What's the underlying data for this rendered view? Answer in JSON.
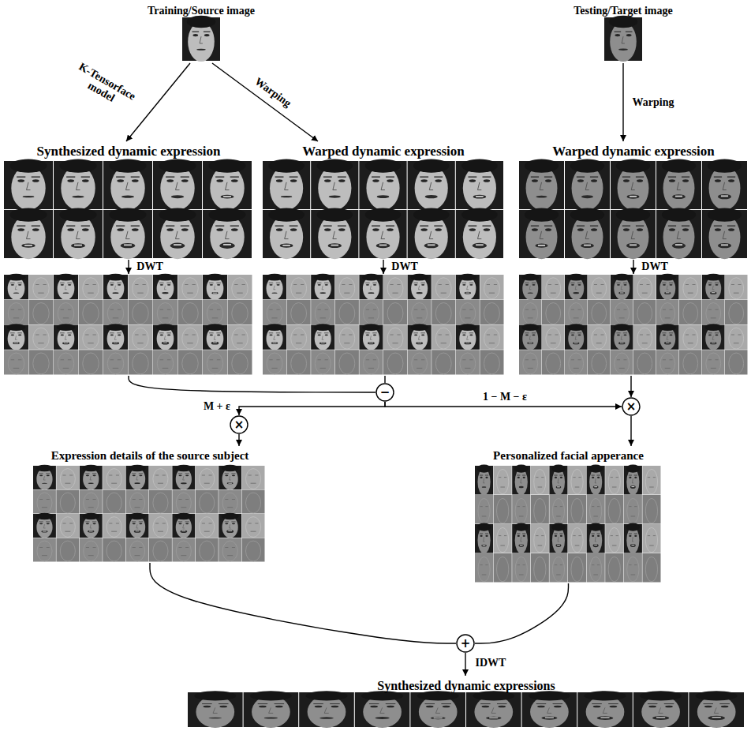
{
  "diagram": {
    "nodes": [
      {
        "text": [
          "Training/Source image"
        ]
      },
      {
        "text": [
          "Testing/Target image"
        ]
      },
      {
        "text": [
          "Synthesized dynamic expression"
        ]
      },
      {
        "text": [
          "Warped dynamic expression"
        ]
      },
      {
        "text": [
          "Warped dynamic expression"
        ]
      },
      {
        "text": [
          "−"
        ]
      },
      {
        "text": [
          "×"
        ]
      },
      {
        "text": [
          "×"
        ]
      },
      {
        "text": [
          "Expression details of the source subject"
        ]
      },
      {
        "text": [
          "Personalized facial apperance"
        ]
      },
      {
        "text": [
          "+"
        ]
      },
      {
        "text": [
          "Synthesized dynamic expressions"
        ]
      }
    ],
    "edges": [
      {
        "from": 0,
        "to": 2,
        "arrow": "to",
        "label": "K-Tensorface model"
      },
      {
        "from": 0,
        "to": 3,
        "arrow": "to",
        "label": "Warping"
      },
      {
        "from": 1,
        "to": 4,
        "arrow": "to",
        "label": "Warping"
      },
      {
        "from": 2,
        "to": 5,
        "arrow": "none"
      },
      {
        "from": 3,
        "to": 5,
        "arrow": "none"
      },
      {
        "from": 5,
        "to": 6,
        "arrow": "to",
        "label": "M + ε"
      },
      {
        "from": 5,
        "to": 7,
        "arrow": "to",
        "label": "1 − M − ε"
      },
      {
        "from": 4,
        "to": 7,
        "arrow": "to"
      },
      {
        "from": 6,
        "to": 8,
        "arrow": "to"
      },
      {
        "from": 7,
        "to": 9,
        "arrow": "to"
      },
      {
        "from": 8,
        "to": 10,
        "arrow": "none"
      },
      {
        "from": 9,
        "to": 10,
        "arrow": "none"
      },
      {
        "from": 10,
        "to": 11,
        "arrow": "to",
        "label": "IDWT"
      }
    ],
    "labels": [
      "DWT",
      "DWT",
      "DWT"
    ]
  }
}
